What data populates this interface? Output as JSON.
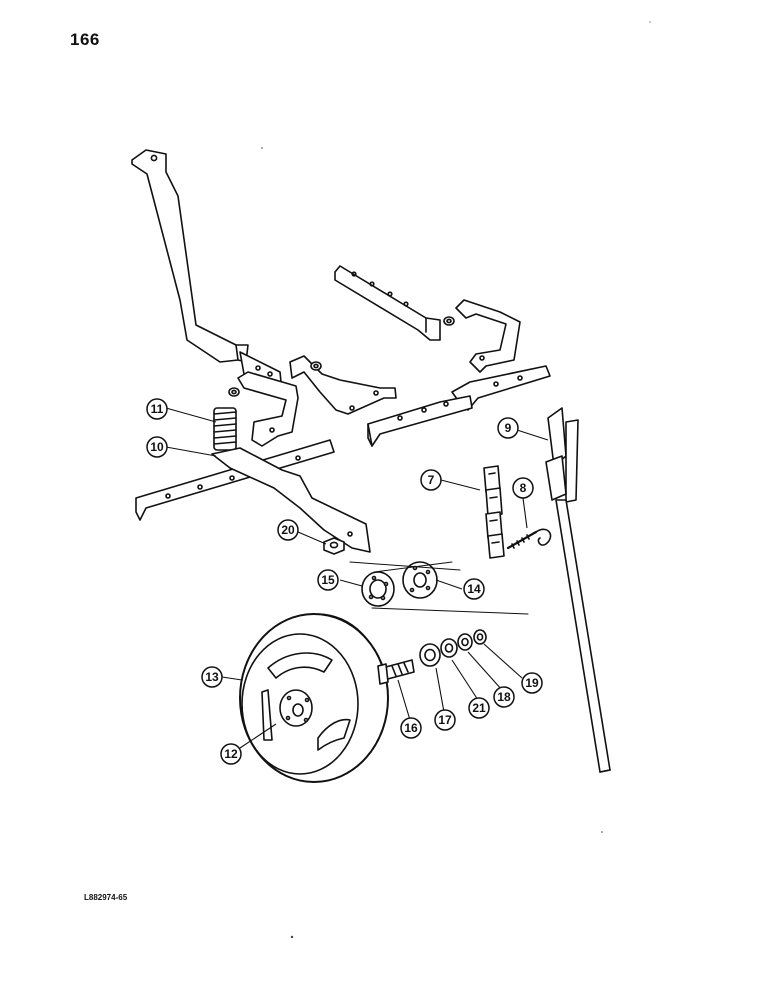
{
  "page_number": "166",
  "figure_code": "L882974-65",
  "callouts": [
    "11",
    "10",
    "20",
    "15",
    "14",
    "13",
    "12",
    "16",
    "17",
    "21",
    "18",
    "19",
    "9",
    "7",
    "8"
  ]
}
